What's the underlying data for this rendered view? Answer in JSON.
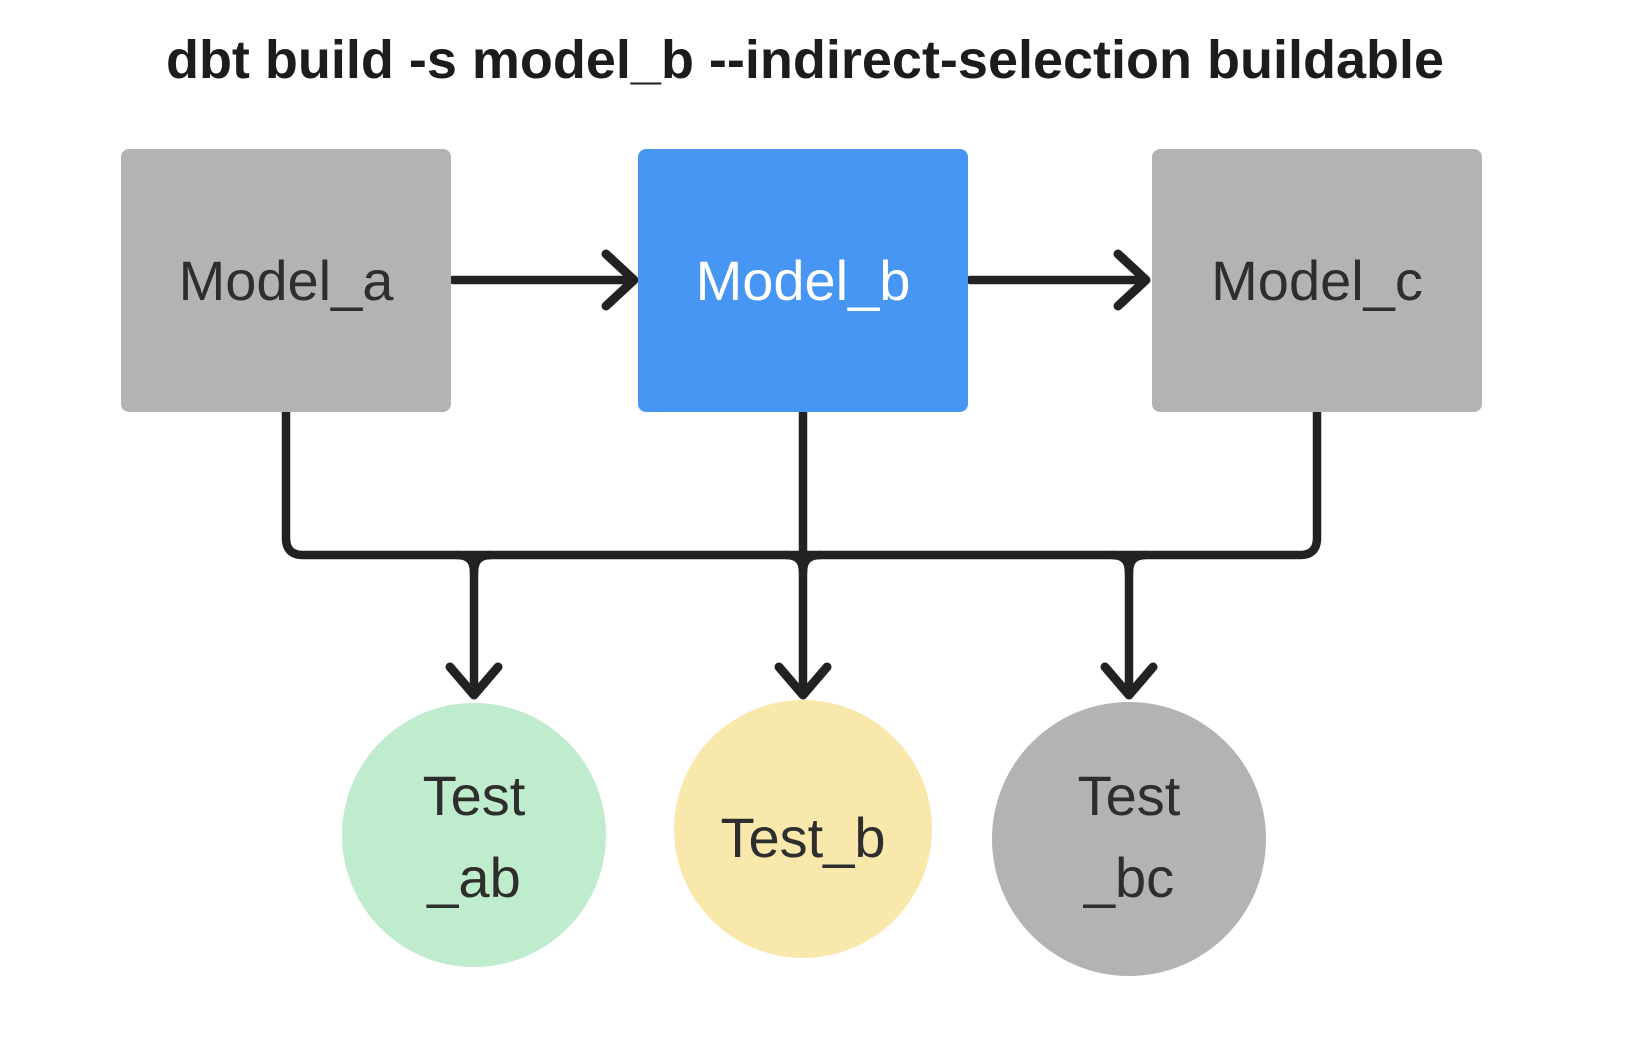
{
  "title": "dbt build -s model_b --indirect-selection buildable",
  "models": [
    {
      "id": "model_a",
      "label": "Model_a",
      "fill": "#b3b3b3",
      "text_fill": "#2e2e2e",
      "selected": false
    },
    {
      "id": "model_b",
      "label": "Model_b",
      "fill": "#4796f4",
      "text_fill": "#ffffff",
      "selected": true
    },
    {
      "id": "model_c",
      "label": "Model_c",
      "fill": "#b3b3b3",
      "text_fill": "#2e2e2e",
      "selected": false
    }
  ],
  "tests": [
    {
      "id": "test_ab",
      "line1": "Test",
      "line2": "_ab",
      "fill": "#bfeccc",
      "text_fill": "#2e2e2e"
    },
    {
      "id": "test_b",
      "line1": "Test_b",
      "line2": "",
      "fill": "#f9e8ab",
      "text_fill": "#2e2e2e"
    },
    {
      "id": "test_bc",
      "line1": "Test",
      "line2": "_bc",
      "fill": "#b3b3b3",
      "text_fill": "#2e2e2e"
    }
  ],
  "edges": [
    {
      "from": "Model_a",
      "to": "Model_b"
    },
    {
      "from": "Model_b",
      "to": "Model_c"
    },
    {
      "from": "Model_a",
      "to": "Test_ab"
    },
    {
      "from": "Model_b",
      "to": "Test_ab"
    },
    {
      "from": "Model_b",
      "to": "Test_b"
    },
    {
      "from": "Model_b",
      "to": "Test_bc"
    },
    {
      "from": "Model_c",
      "to": "Test_bc"
    }
  ],
  "colors": {
    "background": "#ffffff",
    "edge_stroke": "#222222",
    "title_text": "#1c1c1e",
    "node_gray": "#b3b3b3",
    "selected_blue": "#4796f4",
    "test_green": "#bfeccc",
    "test_yellow": "#f9e8ab",
    "text_dark": "#2e2e2e",
    "text_light": "#ffffff"
  }
}
